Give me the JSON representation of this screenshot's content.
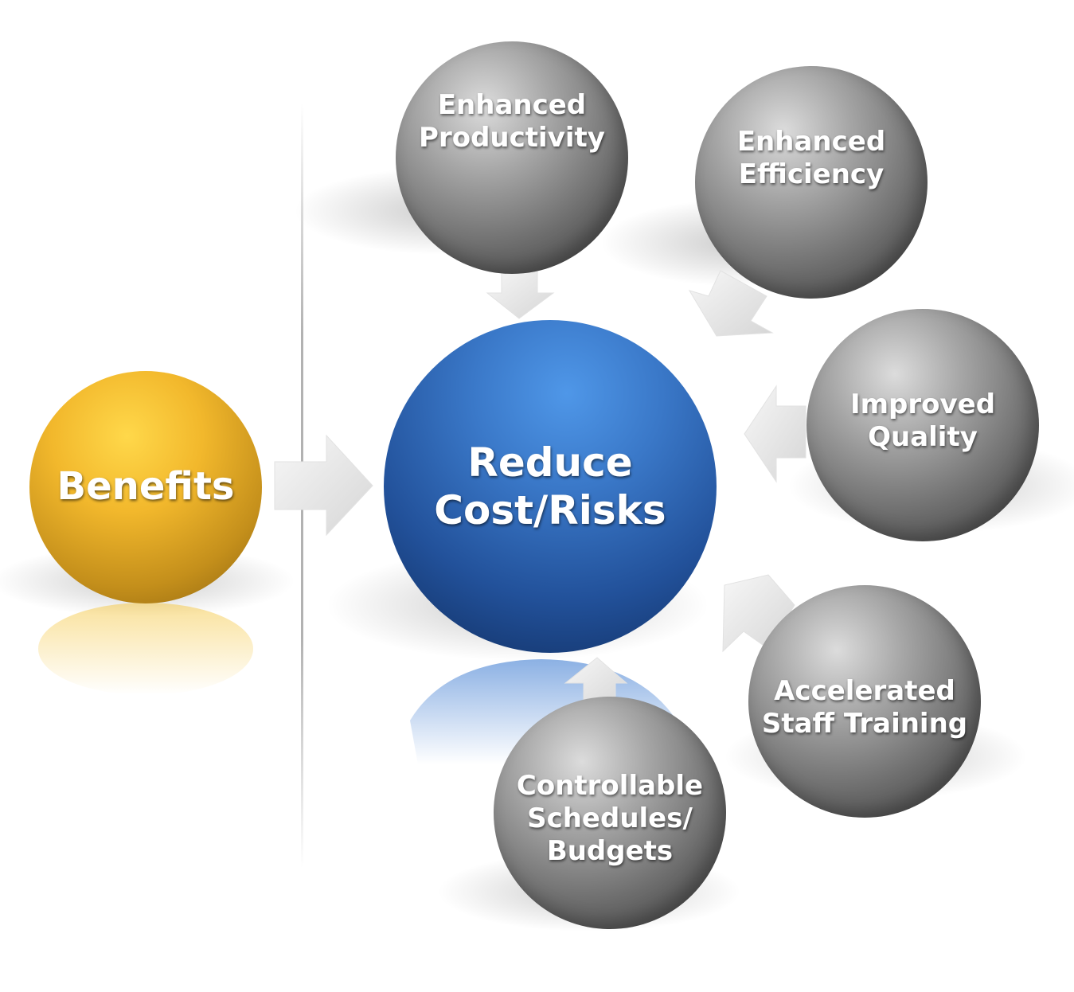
{
  "center": {
    "line1": "Reduce",
    "line2": "Cost/Risks"
  },
  "source": {
    "label": "Benefits"
  },
  "spheres": [
    {
      "line1": "Enhanced",
      "line2": "Productivity"
    },
    {
      "line1": "Enhanced",
      "line2": "Efficiency"
    },
    {
      "line1": "Improved",
      "line2": "Quality"
    },
    {
      "line1": "Accelerated",
      "line2": "Staff Training"
    },
    {
      "line1": "Controllable",
      "line2": "Schedules/",
      "line3": "Budgets"
    }
  ],
  "colors": {
    "center_sphere": "#2a5fae",
    "source_sphere": "#e8b32a",
    "benefit_spheres": "#7a7a7a",
    "arrows": "#e6e6e6"
  },
  "icons": [
    "arrow-right-icon",
    "arrow-down-icon",
    "arrow-down-left-icon",
    "arrow-left-icon",
    "arrow-up-left-icon",
    "arrow-up-icon"
  ]
}
